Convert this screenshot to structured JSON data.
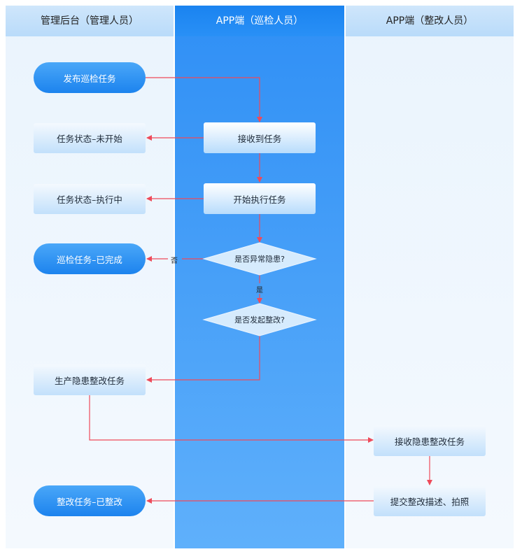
{
  "lanes": {
    "admin": "管理后台（管理人员）",
    "inspector": "APP端（巡检人员）",
    "rectifier": "APP端（整改人员）"
  },
  "nodes": {
    "publish": "发布巡检任务",
    "status_not_started": "任务状态–未开始",
    "status_in_progress": "任务状态–执行中",
    "inspection_done": "巡检任务–已完成",
    "receive_task": "接收到任务",
    "start_task": "开始执行任务",
    "is_abnormal": "是否异常隐患?",
    "start_rectify": "是否发起整改?",
    "create_rectify": "生产隐患整改任务",
    "receive_rectify": "接收隐患整改任务",
    "submit_rectify": "提交整改描述、拍照",
    "rectify_done": "整改任务–已整改"
  },
  "labels": {
    "no": "否",
    "yes": "是"
  }
}
